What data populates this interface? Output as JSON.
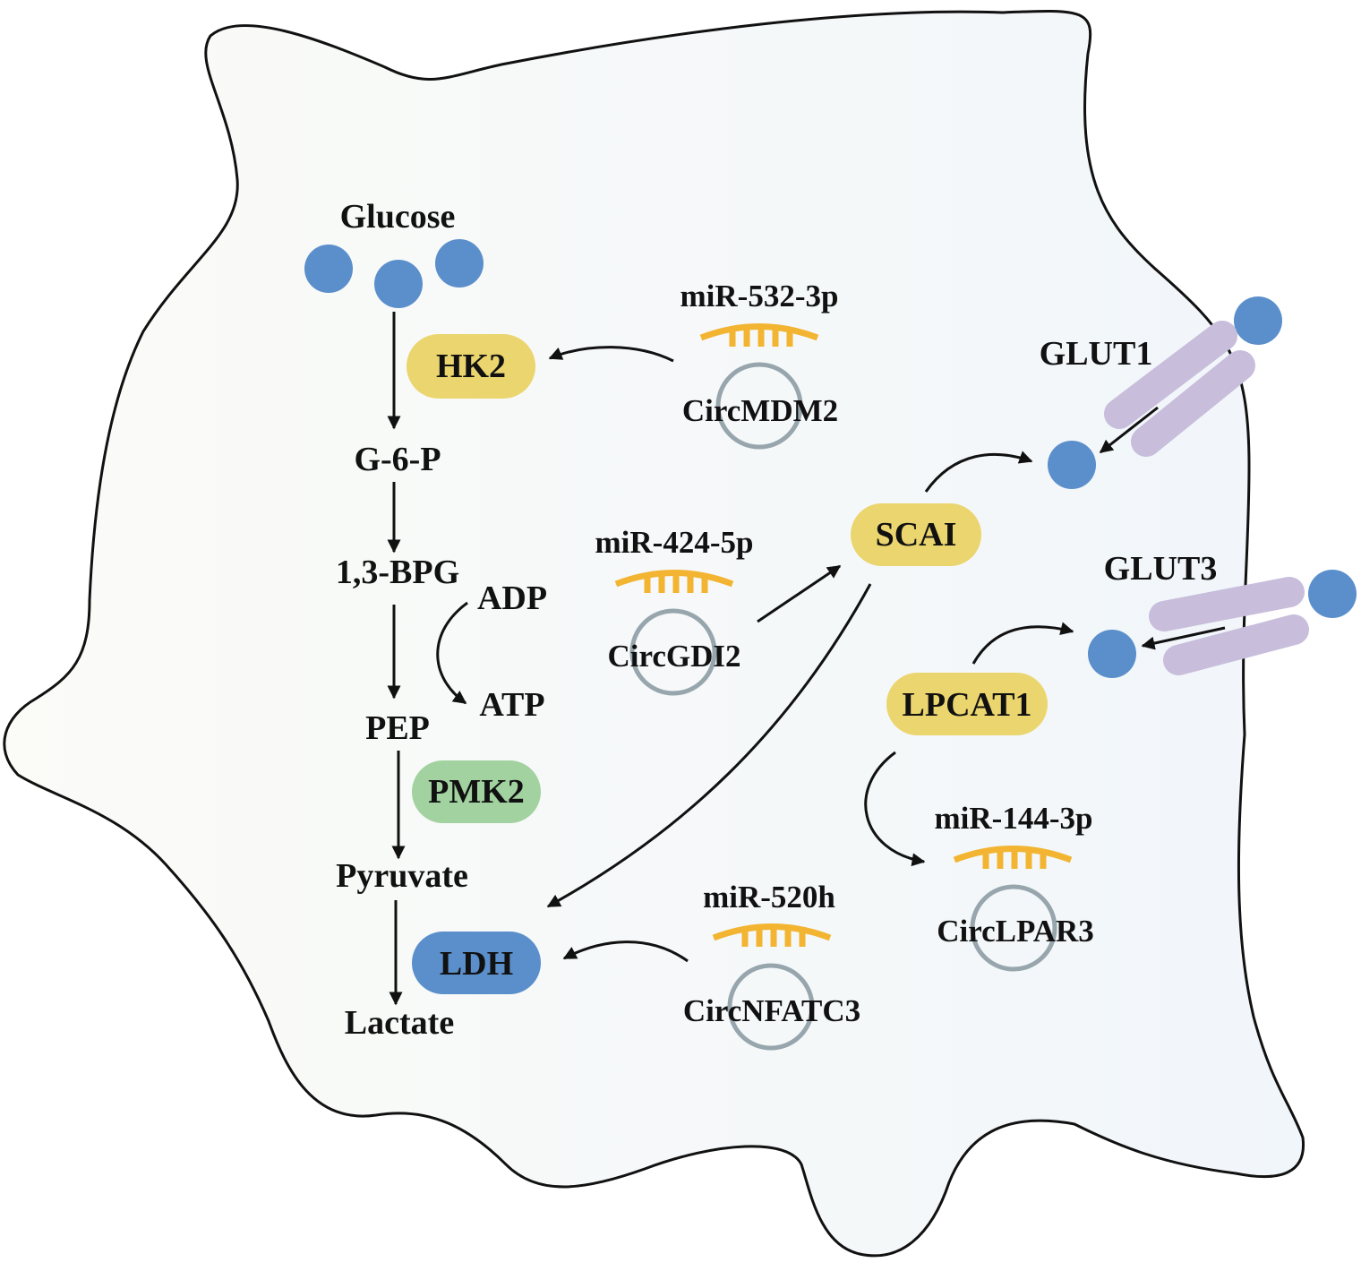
{
  "pathway": {
    "glucose": "Glucose",
    "g6p": "G-6-P",
    "bpg": "1,3-BPG",
    "pep": "PEP",
    "pyruvate": "Pyruvate",
    "lactate": "Lactate",
    "adp": "ADP",
    "atp": "ATP"
  },
  "enzymes": {
    "hk2": "HK2",
    "pmk2": "PMK2",
    "ldh": "LDH",
    "scai": "SCAI",
    "lpcat1": "LPCAT1"
  },
  "mirnas": {
    "mir532": "miR-532-3p",
    "mir424": "miR-424-5p",
    "mir520": "miR-520h",
    "mir144": "miR-144-3p"
  },
  "circrnas": {
    "mdm2": "CircMDM2",
    "gdi2": "CircGDI2",
    "nfatc3": "CircNFATC3",
    "lpar3": "CircLPAR3"
  },
  "transporters": {
    "glut1": "GLUT1",
    "glut3": "GLUT3"
  },
  "colors": {
    "glucose": "#5b8fcb",
    "yellow_enzyme": "#ebd56e",
    "green_enzyme": "#a2d2a0",
    "blue_enzyme": "#5b8fcb",
    "mirna": "#f2b431",
    "circrna": "#97a5ad",
    "transporter": "#c8bedc"
  }
}
